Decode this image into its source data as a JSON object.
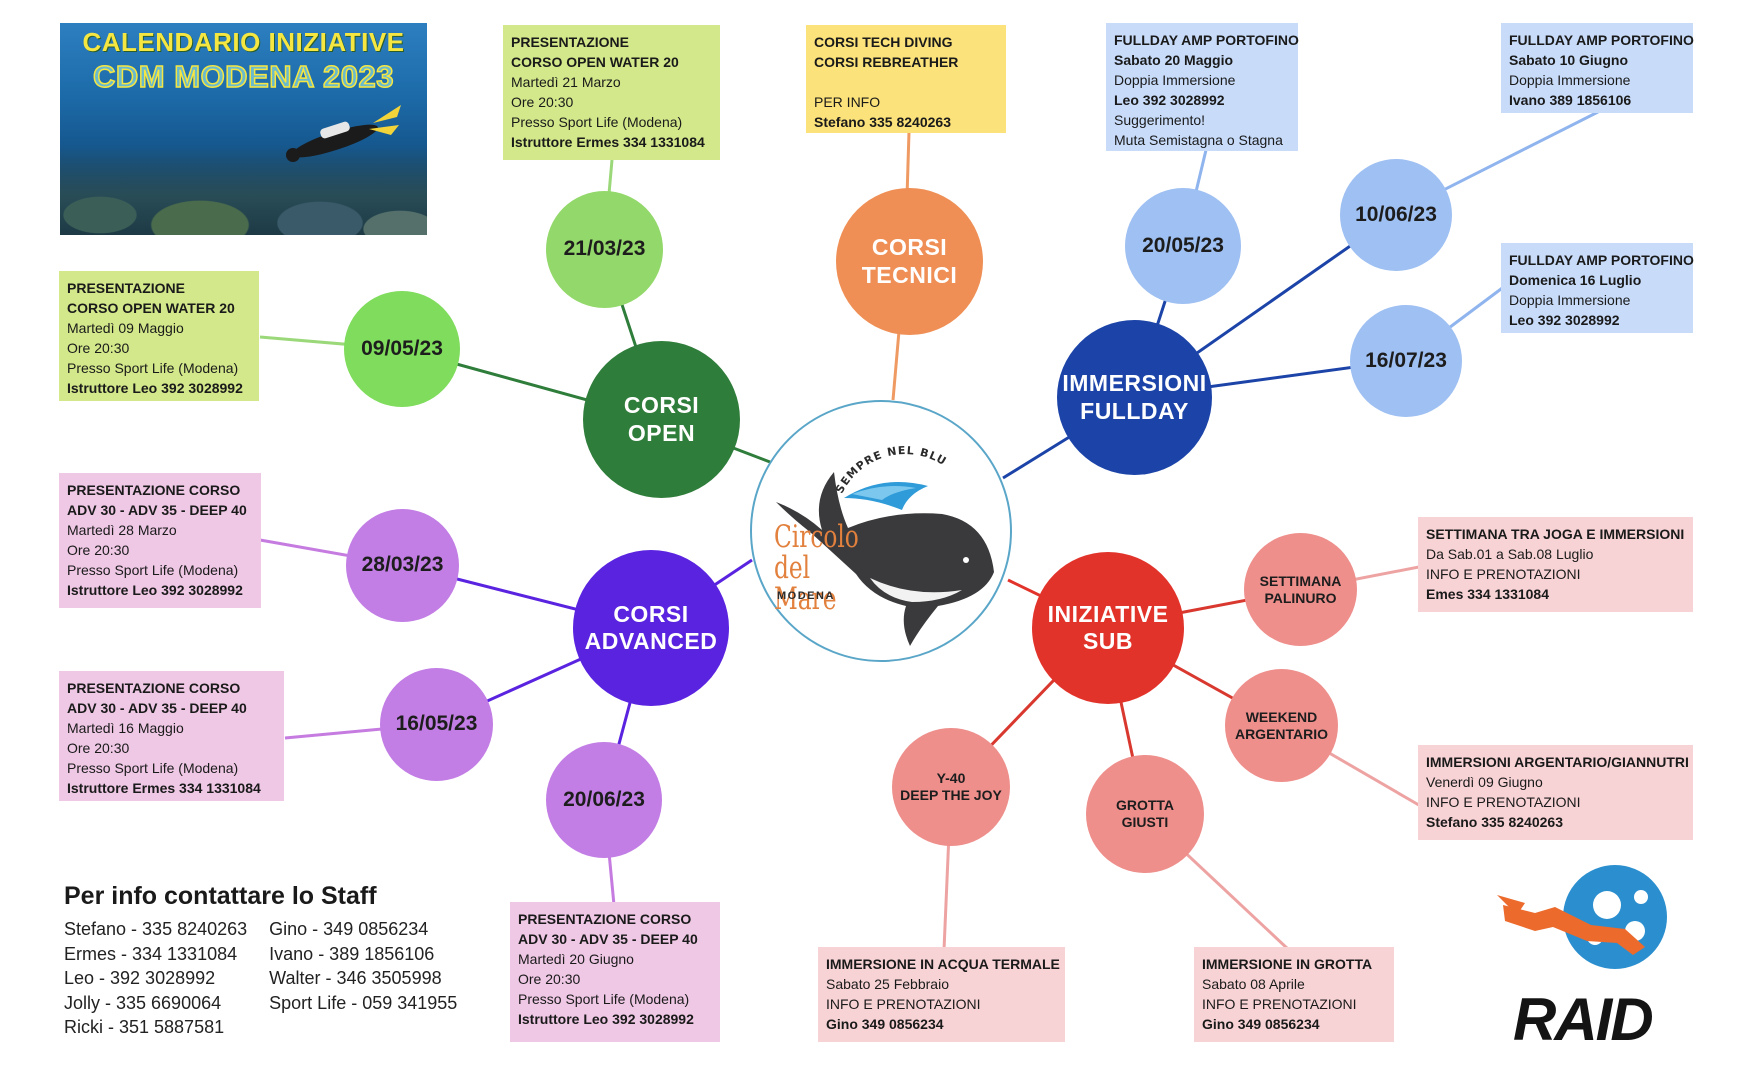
{
  "banner": {
    "title_line1": "CALENDARIO INIZIATIVE",
    "title_line2": "CDM MODENA 2023"
  },
  "center_logo": {
    "motto": "SEMPRE NEL BLU",
    "name": "Circolo\ndel Mare",
    "city": "MODENA"
  },
  "hubs": {
    "corsi_open": {
      "label": "CORSI\nOPEN",
      "color": "#2f7d3a"
    },
    "corsi_tecnici": {
      "label": "CORSI\nTECNICI",
      "color": "#ef8f55"
    },
    "immersioni_fullday": {
      "label": "IMMERSIONI\nFULLDAY",
      "color": "#1c44a8"
    },
    "corsi_advanced": {
      "label": "CORSI\nADVANCED",
      "color": "#5a23e0"
    },
    "iniziative_sub": {
      "label": "INIZIATIVE\nSUB",
      "color": "#e2332b"
    }
  },
  "dates": {
    "d_21_03": "21/03/23",
    "d_09_05": "09/05/23",
    "d_20_05": "20/05/23",
    "d_10_06": "10/06/23",
    "d_16_07": "16/07/23",
    "d_28_03": "28/03/23",
    "d_16_05": "16/05/23",
    "d_20_06": "20/06/23"
  },
  "sub_events": {
    "palinuro": "SETTIMANA\nPALINURO",
    "argentario": "WEEKEND\nARGENTARIO",
    "grotta": "GROTTA\nGIUSTI",
    "y40": "Y-40\nDEEP THE JOY"
  },
  "notes": {
    "ow_2103": [
      "PRESENTAZIONE",
      "CORSO OPEN WATER 20",
      "Martedì 21 Marzo",
      "Ore 20:30",
      "Presso Sport Life (Modena)",
      "Istruttore Ermes 334 1331084"
    ],
    "ow_0905": [
      "PRESENTAZIONE",
      "CORSO OPEN WATER 20",
      "Martedì 09 Maggio",
      "Ore 20:30",
      "Presso Sport Life (Modena)",
      "Istruttore Leo 392 3028992"
    ],
    "tech": [
      "CORSI TECH DIVING",
      "CORSI REBREATHER",
      "",
      "PER INFO",
      "Stefano 335 8240263"
    ],
    "fd_2005": [
      "FULLDAY AMP PORTOFINO",
      "Sabato 20 Maggio",
      "Doppia Immersione",
      "Leo 392 3028992",
      "Suggerimento!",
      "Muta Semistagna o Stagna"
    ],
    "fd_1006": [
      "FULLDAY AMP PORTOFINO",
      "Sabato 10 Giugno",
      "Doppia Immersione",
      "Ivano 389 1856106"
    ],
    "fd_1607": [
      "FULLDAY AMP PORTOFINO",
      "Domenica 16 Luglio",
      "Doppia Immersione",
      "Leo 392 3028992"
    ],
    "adv_2803": [
      "PRESENTAZIONE CORSO",
      "ADV 30 - ADV 35 - DEEP 40",
      "Martedì 28 Marzo",
      "Ore 20:30",
      "Presso Sport Life (Modena)",
      "Istruttore Leo 392 3028992"
    ],
    "adv_1605": [
      "PRESENTAZIONE CORSO",
      "ADV 30 - ADV 35 - DEEP 40",
      "Martedì 16 Maggio",
      "Ore 20:30",
      "Presso Sport Life (Modena)",
      "Istruttore Ermes 334 1331084"
    ],
    "adv_2006": [
      "PRESENTAZIONE CORSO",
      "ADV 30 - ADV 35 - DEEP 40",
      "Martedì 20 Giugno",
      "Ore 20:30",
      "Presso Sport Life (Modena)",
      "Istruttore Leo 392 3028992"
    ],
    "palinuro": [
      "SETTIMANA TRA JOGA E IMMERSIONI",
      "Da Sab.01 a Sab.08 Luglio",
      "INFO E PRENOTAZIONI",
      "Emes 334 1331084"
    ],
    "argentario": [
      "IMMERSIONI ARGENTARIO/GIANNUTRI",
      "Venerdì 09 Giugno",
      "INFO E PRENOTAZIONI",
      "Stefano 335 8240263"
    ],
    "termale": [
      "IMMERSIONE IN  ACQUA TERMALE",
      "Sabato 25 Febbraio",
      "INFO E PRENOTAZIONI",
      "Gino 349 0856234"
    ],
    "grotta": [
      "IMMERSIONE IN GROTTA",
      "Sabato 08 Aprile",
      "INFO E PRENOTAZIONI",
      "Gino 349 0856234"
    ]
  },
  "staff": {
    "title": "Per info contattare lo Staff",
    "col1": [
      "Stefano - 335 8240263",
      "Ermes - 334 1331084",
      "Leo - 392 3028992",
      "Jolly - 335 6690064",
      "Ricki - 351 5887581"
    ],
    "col2": [
      "Gino - 349 0856234",
      "Ivano - 389 1856106",
      "Walter - 346 3505998",
      "Sport Life - 059 341955"
    ]
  },
  "raid_logo": {
    "text": "RAID"
  }
}
